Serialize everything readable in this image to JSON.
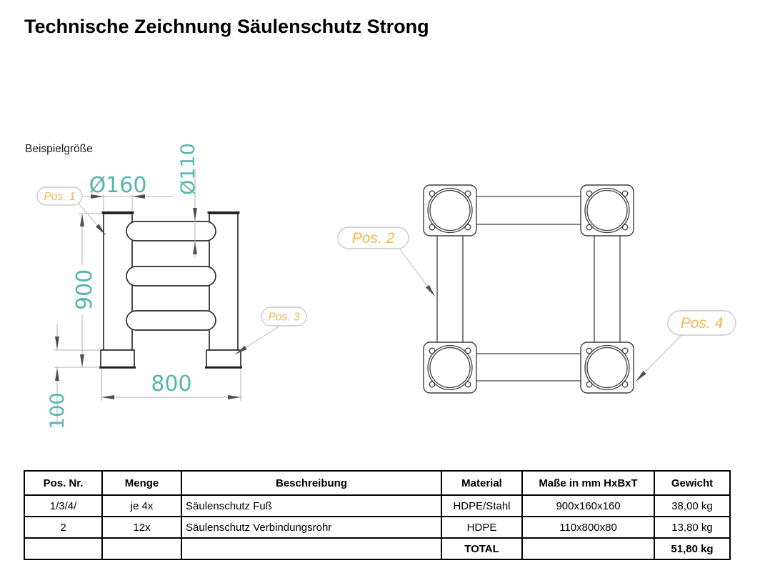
{
  "title": "Technische Zeichnung Säulenschutz Strong",
  "front_view": {
    "caption": "Beispielgröße",
    "dimensions": {
      "post_width": "Ø160",
      "tube_diameter": "Ø110",
      "total_height": "900",
      "foot_height": "100",
      "overall_width": "800"
    },
    "position_labels": {
      "pos1": "Pos. 1",
      "pos3": "Pos. 3"
    }
  },
  "top_view": {
    "position_labels": {
      "pos2": "Pos. 2",
      "pos4": "Pos. 4"
    }
  },
  "colors": {
    "dimension_text_teal": "#56b5ab",
    "position_label_orange": "#f4b64e",
    "drawing_line_dark": "#2d2d2d",
    "dimension_line_gray": "#b0b0b0",
    "arrowhead_gray": "#4f4f4f",
    "bubble_border_gray": "#c9c9c9",
    "table_border_black": "#000000"
  },
  "table": {
    "headers": [
      "Pos. Nr.",
      "Menge",
      "Beschreibung",
      "Material",
      "Maße in mm HxBxT",
      "Gewicht"
    ],
    "rows": [
      [
        "1/3/4/",
        "je 4x",
        "Säulenschutz Fuß",
        "HDPE/Stahl",
        "900x160x160",
        "38,00 kg"
      ],
      [
        "2",
        "12x",
        "Säulenschutz Verbindungsrohr",
        "HDPE",
        "110x800x80",
        "13,80 kg"
      ],
      [
        "",
        "",
        "",
        "TOTAL",
        "",
        "51,80 kg"
      ]
    ]
  }
}
